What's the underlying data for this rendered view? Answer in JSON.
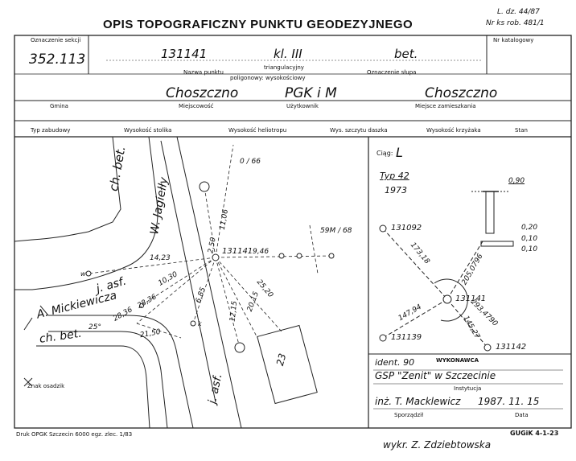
{
  "header": {
    "title": "OPIS TOPOGRAFICZNY PUNKTU GEODEZYJNEGO",
    "l_dz": "L. dz. 44/87",
    "nr_ks_rob": "Nr ks rob. 481/1"
  },
  "row1": {
    "oznaczenie_sekcji_label": "Oznaczenie sekcji",
    "oznaczenie_sekcji_value": "352.113",
    "nazwa_punktu_value": "131141",
    "klasa_value": "kl. III",
    "oznaczenie_slupa_value": "bet.",
    "nazwa_punktu_label": "Nazwa punktu",
    "triangulacyjny_label": "triangulacyjny",
    "poligonowy_label": "poligonowy: wysokościowy",
    "oznaczenie_slupa_label": "Oznaczenie słupa",
    "nr_katalogowy_label": "Nr katalogowy"
  },
  "row2": {
    "gmina_label": "Gmina",
    "miejscowosc_label": "Miejscowość",
    "uzytkownik_label": "Użytkownik",
    "miejsce_zam_label": "Miejsce zamieszkania",
    "miejscowosc_value": "Choszczno",
    "uzytkownik_value": "PGK i M",
    "miejsce_zam_value": "Choszczno"
  },
  "row3": {
    "labels": [
      "Typ zabudowy",
      "Wysokość stolika",
      "Wysokość heliotropu",
      "Wys. szczytu daszka",
      "Wysokość krzyżaka",
      "Stan"
    ]
  },
  "sketch": {
    "street1": "ch. bet.",
    "street2": "W. Jagiełły",
    "street3": "j. asf.",
    "street4": "A. Mickiewicza",
    "street5": "ch. bet.",
    "street6": "j. asf.",
    "point_main": "131141",
    "ref_top": "0 / 66",
    "ref_right": "59M / 68",
    "dist_14_23": "14,23",
    "dist_9_46": "9,46",
    "dist_2_50": "2,50",
    "dist_11_06": "11,06",
    "dist_10_30": "10,30",
    "dist_28_36a": "28,36",
    "dist_28_36b": "28,36",
    "dist_6_85": "6,85",
    "dist_12_15": "12,15",
    "dist_20_15": "20,15",
    "dist_25_20": "25,20",
    "dist_21_50": "21,50",
    "dist_25": "25°",
    "bldg_no": "23",
    "mark_w": "w",
    "mark_k": "k",
    "znak_osadzik": "Znak osadzik"
  },
  "right_panel": {
    "ciag_label": "Ciąg:",
    "ciag_value": "L",
    "typ": "Typ 42",
    "rok": "1973",
    "dim_top": "0,90",
    "dim_1": "0,20",
    "dim_2": "0,10",
    "dim_3": "0,10",
    "p_131092": "131092",
    "p_131141": "131141",
    "p_131139": "131139",
    "p_131142": "131142",
    "d_173_18": "173,18",
    "d_205_0796": "205,0796",
    "d_147_94": "147,94",
    "d_293_4790": "293,4790",
    "d_145_27": "145,27"
  },
  "footer": {
    "ident": "ident. 90",
    "wykonawca_label": "WYKONAWCA",
    "instytucja_value": "GSP \"Zenit\" w Szczecinie",
    "instytucja_label": "Instytucja",
    "sporzadzil_value": "inż. T. Macklewicz",
    "data_value": "1987. 11. 15",
    "sporzadzil_label": "Sporządził",
    "data_label": "Data",
    "druk": "Druk OPGK Szczecin 6000 egz. zlec. 1/83",
    "gugik": "GUGiK 4-1-23",
    "wykr": "wykr. Z. Zdziebtowska"
  }
}
